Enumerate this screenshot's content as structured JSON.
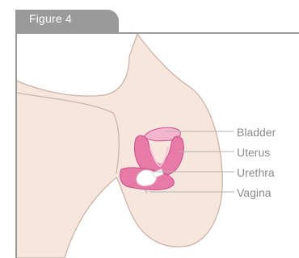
{
  "figure": {
    "tab_label": "Figure 4",
    "labels": {
      "bladder": "Bladder",
      "uterus": "Uterus",
      "urethra": "Urethra",
      "vagina": "Vagina"
    }
  },
  "colors": {
    "frame": "#9a9a9a",
    "skin": "#f7e6dd",
    "skin_outline": "#cbb4a8",
    "organ_pink": "#e77aa6",
    "organ_light": "#f4b5cf",
    "organ_dark": "#c94f86",
    "leader": "#b3b3b3",
    "label_text": "#8a8a8a"
  }
}
